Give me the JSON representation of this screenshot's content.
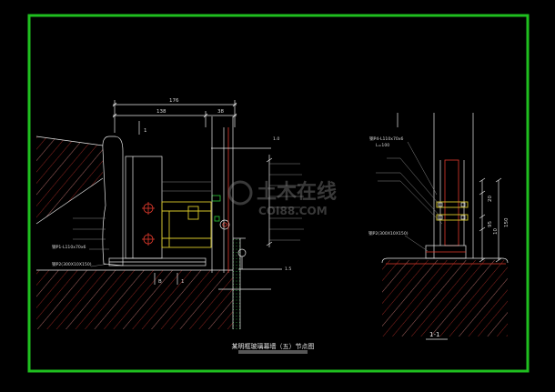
{
  "drawing": {
    "title": "某明框玻璃幕墙（五）节点图",
    "watermark": {
      "cn": "土木在线",
      "en": "COI88.COM"
    },
    "left_view": {
      "section_mark": "1",
      "dims": {
        "overall": "176",
        "left": "138",
        "right": "38"
      },
      "axis_marks": [
        "B",
        "1"
      ],
      "labels": [
        "钢P1-L110x70x6",
        "钢P2(300X10X150)",
        "1.0",
        "1.5"
      ]
    },
    "right_view": {
      "section_label": "1-1",
      "labels": [
        "钢P4-L110x70x6",
        "L=100",
        "钢P2(300X10X150)"
      ],
      "dims": [
        "20",
        "95",
        "10",
        "150"
      ]
    }
  },
  "colors": {
    "background": "#000000",
    "border": "#1fbf1f",
    "hatch": "#c8322a",
    "steel": "#e23a2c",
    "aluminum_profile": "#d8c82a",
    "lines": "#e8e8e8"
  }
}
